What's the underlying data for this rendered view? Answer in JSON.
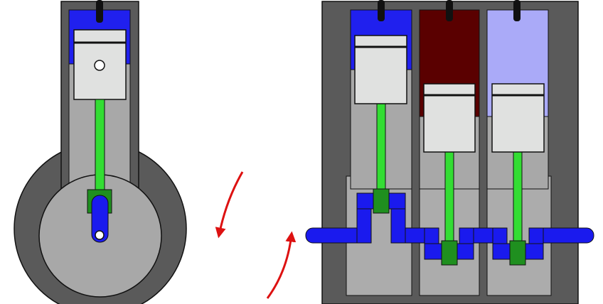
{
  "diagram": {
    "colors": {
      "background": "#ffffff",
      "casing": "#5a5a5a",
      "cylinder_bore": "#a8a8a8",
      "crankcase_bay": "#acacac",
      "piston": "#e0e1e0",
      "connecting_rod": "#33dd33",
      "rod_end": "#1f8f1f",
      "crankshaft": "#1a1aee",
      "chamber_1": "#2020ee",
      "chamber_2": "#5a0000",
      "chamber_3": "#aaaaf8",
      "rotation_arrow": "#dd1111",
      "outline": "#111111"
    },
    "views": [
      {
        "view": "single-cylinder-side-view"
      },
      {
        "view": "three-cylinder-front-view",
        "cylinders": 3
      }
    ]
  }
}
